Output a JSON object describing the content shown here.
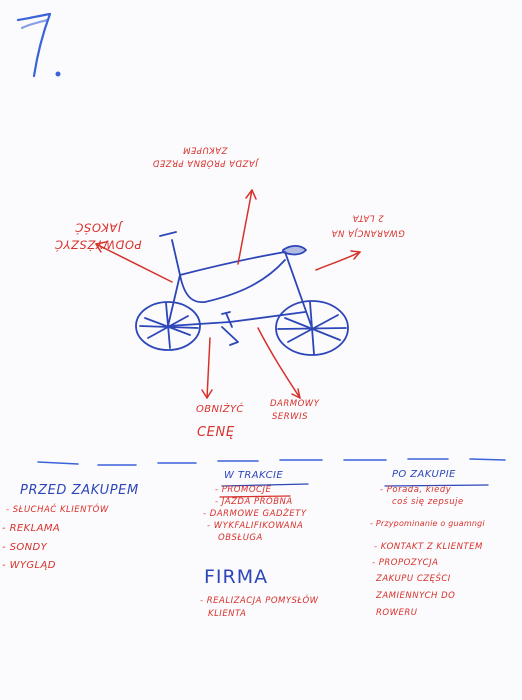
{
  "page_number": "7.",
  "colors": {
    "red_marker": "#d8312b",
    "blue_marker": "#2d46b8",
    "board": "#fbfbfd"
  },
  "bike": {
    "label_improve_quality": "PODWYŻSZYĆ JAKOŚĆ",
    "label_test_ride": "JAZDA PRÓBNA PRZED ZAKUPEM",
    "label_warranty": "GWARANCJA NA 2 LATA",
    "label_lower_price_1": "OBNIŻYĆ",
    "label_lower_price_2": "CENĘ",
    "label_free_service_1": "DARMOWY",
    "label_free_service_2": "SERWIS"
  },
  "before": {
    "title": "PRZED ZAKUPEM",
    "items": [
      "- SŁUCHAĆ KLIENTÓW",
      "- REKLAMA",
      "- SONDY",
      "- WYGLĄD"
    ]
  },
  "during": {
    "title": "W TRAKCIE",
    "items": [
      "- PROMOCJE",
      "- JAZDA PRÓBNA",
      "- DARMOWE GADŻETY",
      "- WYKFALIFIKOWANA",
      "OBSŁUGA"
    ]
  },
  "after": {
    "title": "PO ZAKUPIE",
    "items": [
      "- Porada, kiedy",
      "coś się zepsuje",
      "- Przypominanie o guamngi",
      "- KONTAKT Z KLIENTEM",
      "- PROPOZYCJA",
      "ZAKUPU CZĘŚCI",
      "ZAMIENNYCH DO",
      "ROWERU"
    ]
  },
  "firm": {
    "title": "FIRMA",
    "items": [
      "- REALIZACJA POMYSŁÓW",
      "KLIENTA"
    ]
  }
}
